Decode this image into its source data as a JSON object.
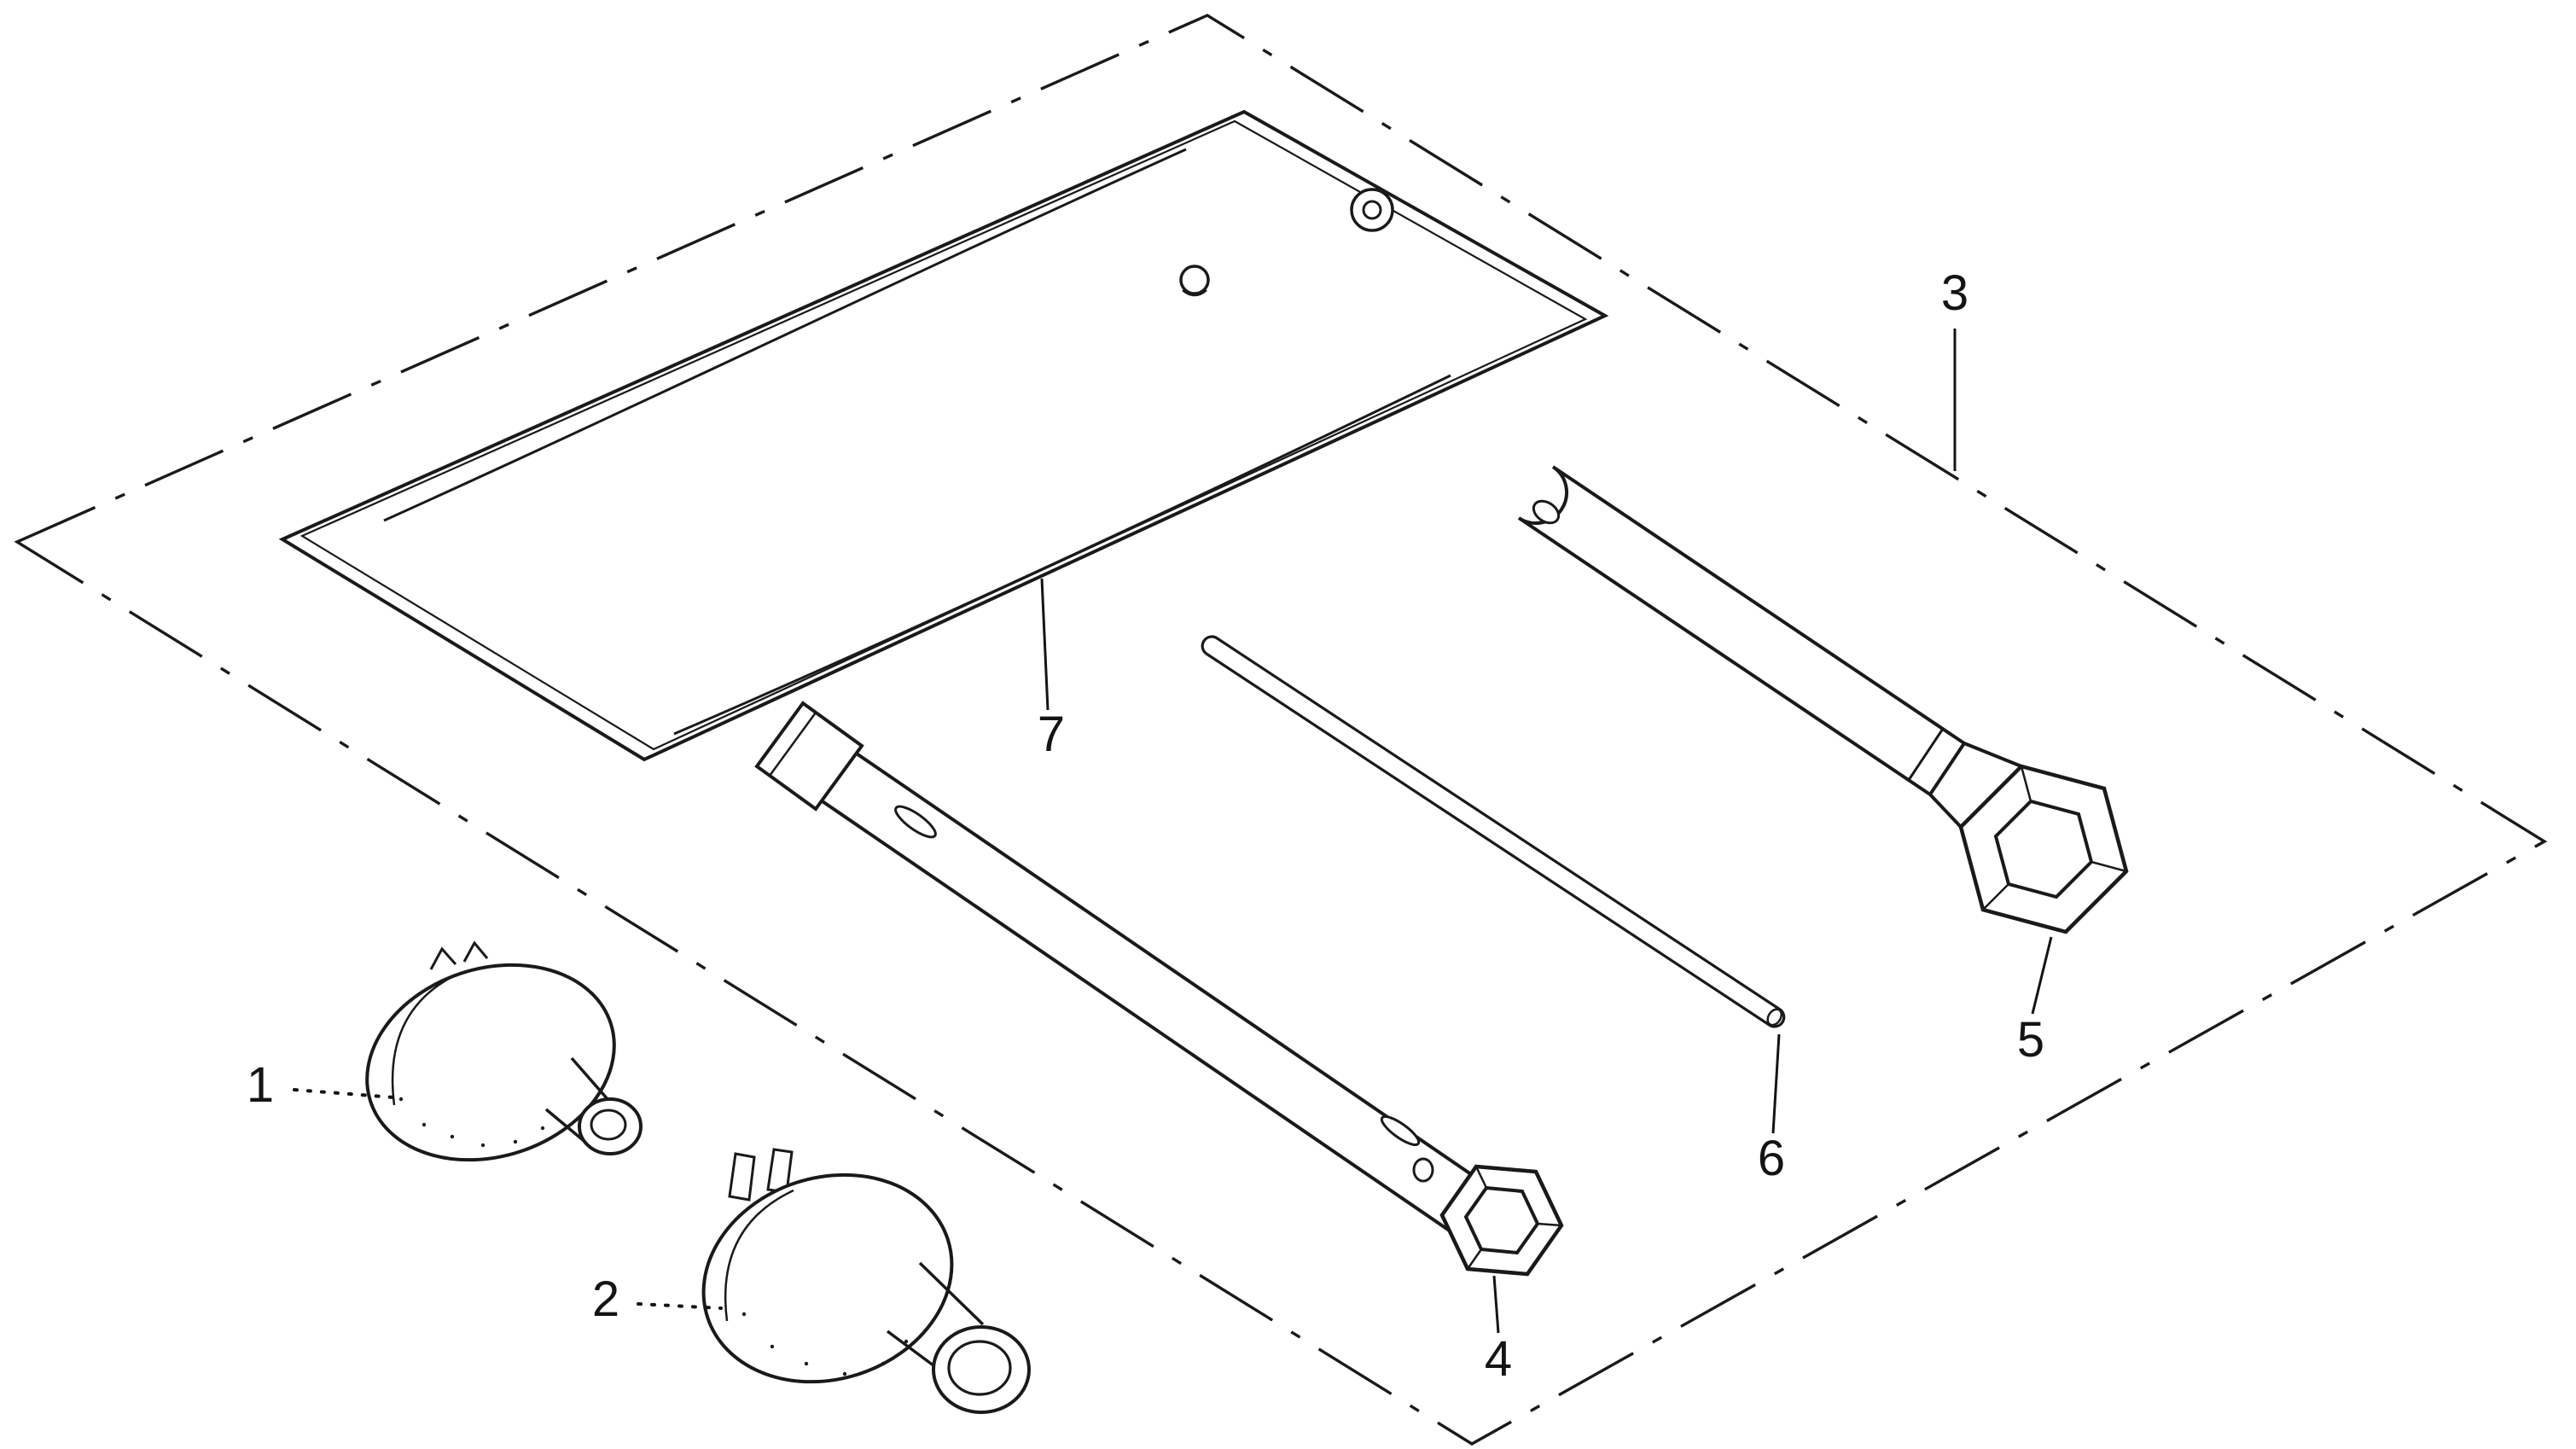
{
  "page": {
    "background": "#ffffff",
    "ink": "#1a1a1a"
  },
  "diagram": {
    "kind": "exploded-parts-line-drawing",
    "callouts": [
      {
        "label": "1"
      },
      {
        "label": "2"
      },
      {
        "label": "3"
      },
      {
        "label": "4"
      },
      {
        "label": "5"
      },
      {
        "label": "6"
      },
      {
        "label": "7"
      }
    ]
  }
}
